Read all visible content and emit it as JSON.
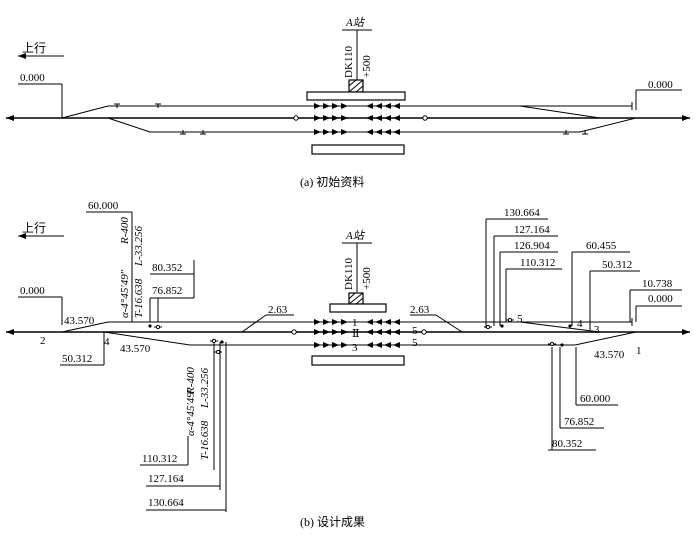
{
  "colors": {
    "ink": "#000000",
    "background": "#ffffff"
  },
  "panel_a": {
    "station_label": "A站",
    "dk_label": "DK110",
    "dk_offset": "+500",
    "direction_label": "上行",
    "left_value": "0.000",
    "right_value": "0.000",
    "caption": "(a) 初始资料"
  },
  "panel_b": {
    "station_label": "A站",
    "dk_label": "DK110",
    "dk_offset": "+500",
    "direction_label": "上行",
    "left_zero": "0.000",
    "right_zero": "0.000",
    "left_curve_upper": {
      "alpha": "α-4°45′49″",
      "radius": "R-400",
      "tangent": "T-16.638",
      "length": "L-33.256"
    },
    "left_curve_lower": {
      "alpha": "α-4°45′49″",
      "radius": "R-400",
      "tangent": "T-16.638",
      "length": "L-33.256"
    },
    "upper_left_dims": [
      "60.000",
      "80.352",
      "76.852"
    ],
    "left_side_dims": [
      "43.570",
      "50.312",
      "43.570"
    ],
    "lower_left_dims": [
      "110.312",
      "127.164",
      "130.664"
    ],
    "offset_values": [
      "2.63",
      "2.63"
    ],
    "upper_right_dims": [
      "130.664",
      "127.164",
      "126.904",
      "110.312",
      "60.455",
      "50.312",
      "10.738"
    ],
    "lower_right_dims": [
      "43.570",
      "60.000",
      "76.852",
      "80.352"
    ],
    "switch_numbers": [
      "1",
      "2",
      "3",
      "4",
      "5",
      "1",
      "3",
      "4",
      "5"
    ],
    "track_numbers": [
      "1",
      "Ⅱ",
      "3"
    ],
    "caption": "(b) 设计成果"
  }
}
